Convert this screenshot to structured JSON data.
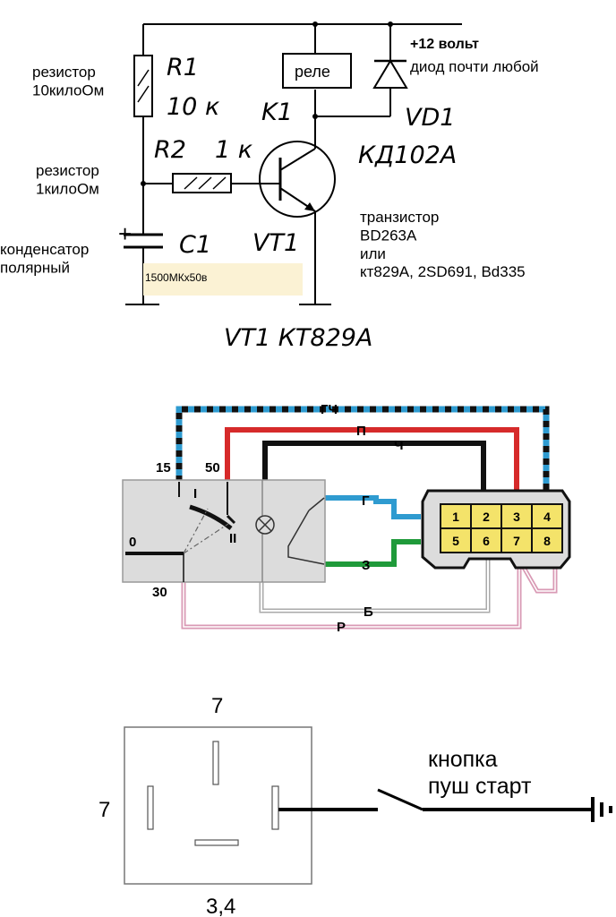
{
  "schematic": {
    "r1_desc": "резистор\n10килоОм",
    "r1_ref": "R1",
    "r1_value": "10 к",
    "r2_desc": "резистор\n1килоОм",
    "r2_ref": "R2",
    "r2_value": "1 к",
    "c1_desc": "конденсатор\nполярный",
    "c1_ref": "C1",
    "c1_plus": "+",
    "c1_value": "1500МКх50в",
    "relay_label": "реле",
    "relay_ref": "K1",
    "supply_label": "+12 вольт",
    "diode_desc": "диод почти любой",
    "diode_ref": "VD1",
    "diode_part": "КД102А",
    "transistor_ref": "VT1",
    "transistor_desc": "транзистор\nBD263A\nили\nкт829А, 2SD691, Bd335",
    "transistor_footer": "VT1  КТ829А"
  },
  "ignition": {
    "wire_labels": [
      "ГЧ",
      "П",
      "Ч",
      "Г",
      "З",
      "Б",
      "Р"
    ],
    "terminal_15": "15",
    "terminal_50": "50",
    "terminal_0": "0",
    "terminal_30": "30",
    "pos_I": "I",
    "pos_II": "II",
    "connector_pins": [
      "1",
      "2",
      "3",
      "4",
      "5",
      "6",
      "7",
      "8"
    ],
    "colors": {
      "blue": "#2f9bd0",
      "red": "#d62a2a",
      "black": "#111111",
      "green": "#1f9a3a",
      "white_wire": "#aaaaaa",
      "pink": "#d99ab5",
      "body": "#dcdcdc",
      "connector_pin": "#f4e36a"
    }
  },
  "relay_socket": {
    "label_top": "7",
    "label_left": "7",
    "label_bottom": "3,4",
    "button_label": "кнопка\nпуш старт"
  }
}
